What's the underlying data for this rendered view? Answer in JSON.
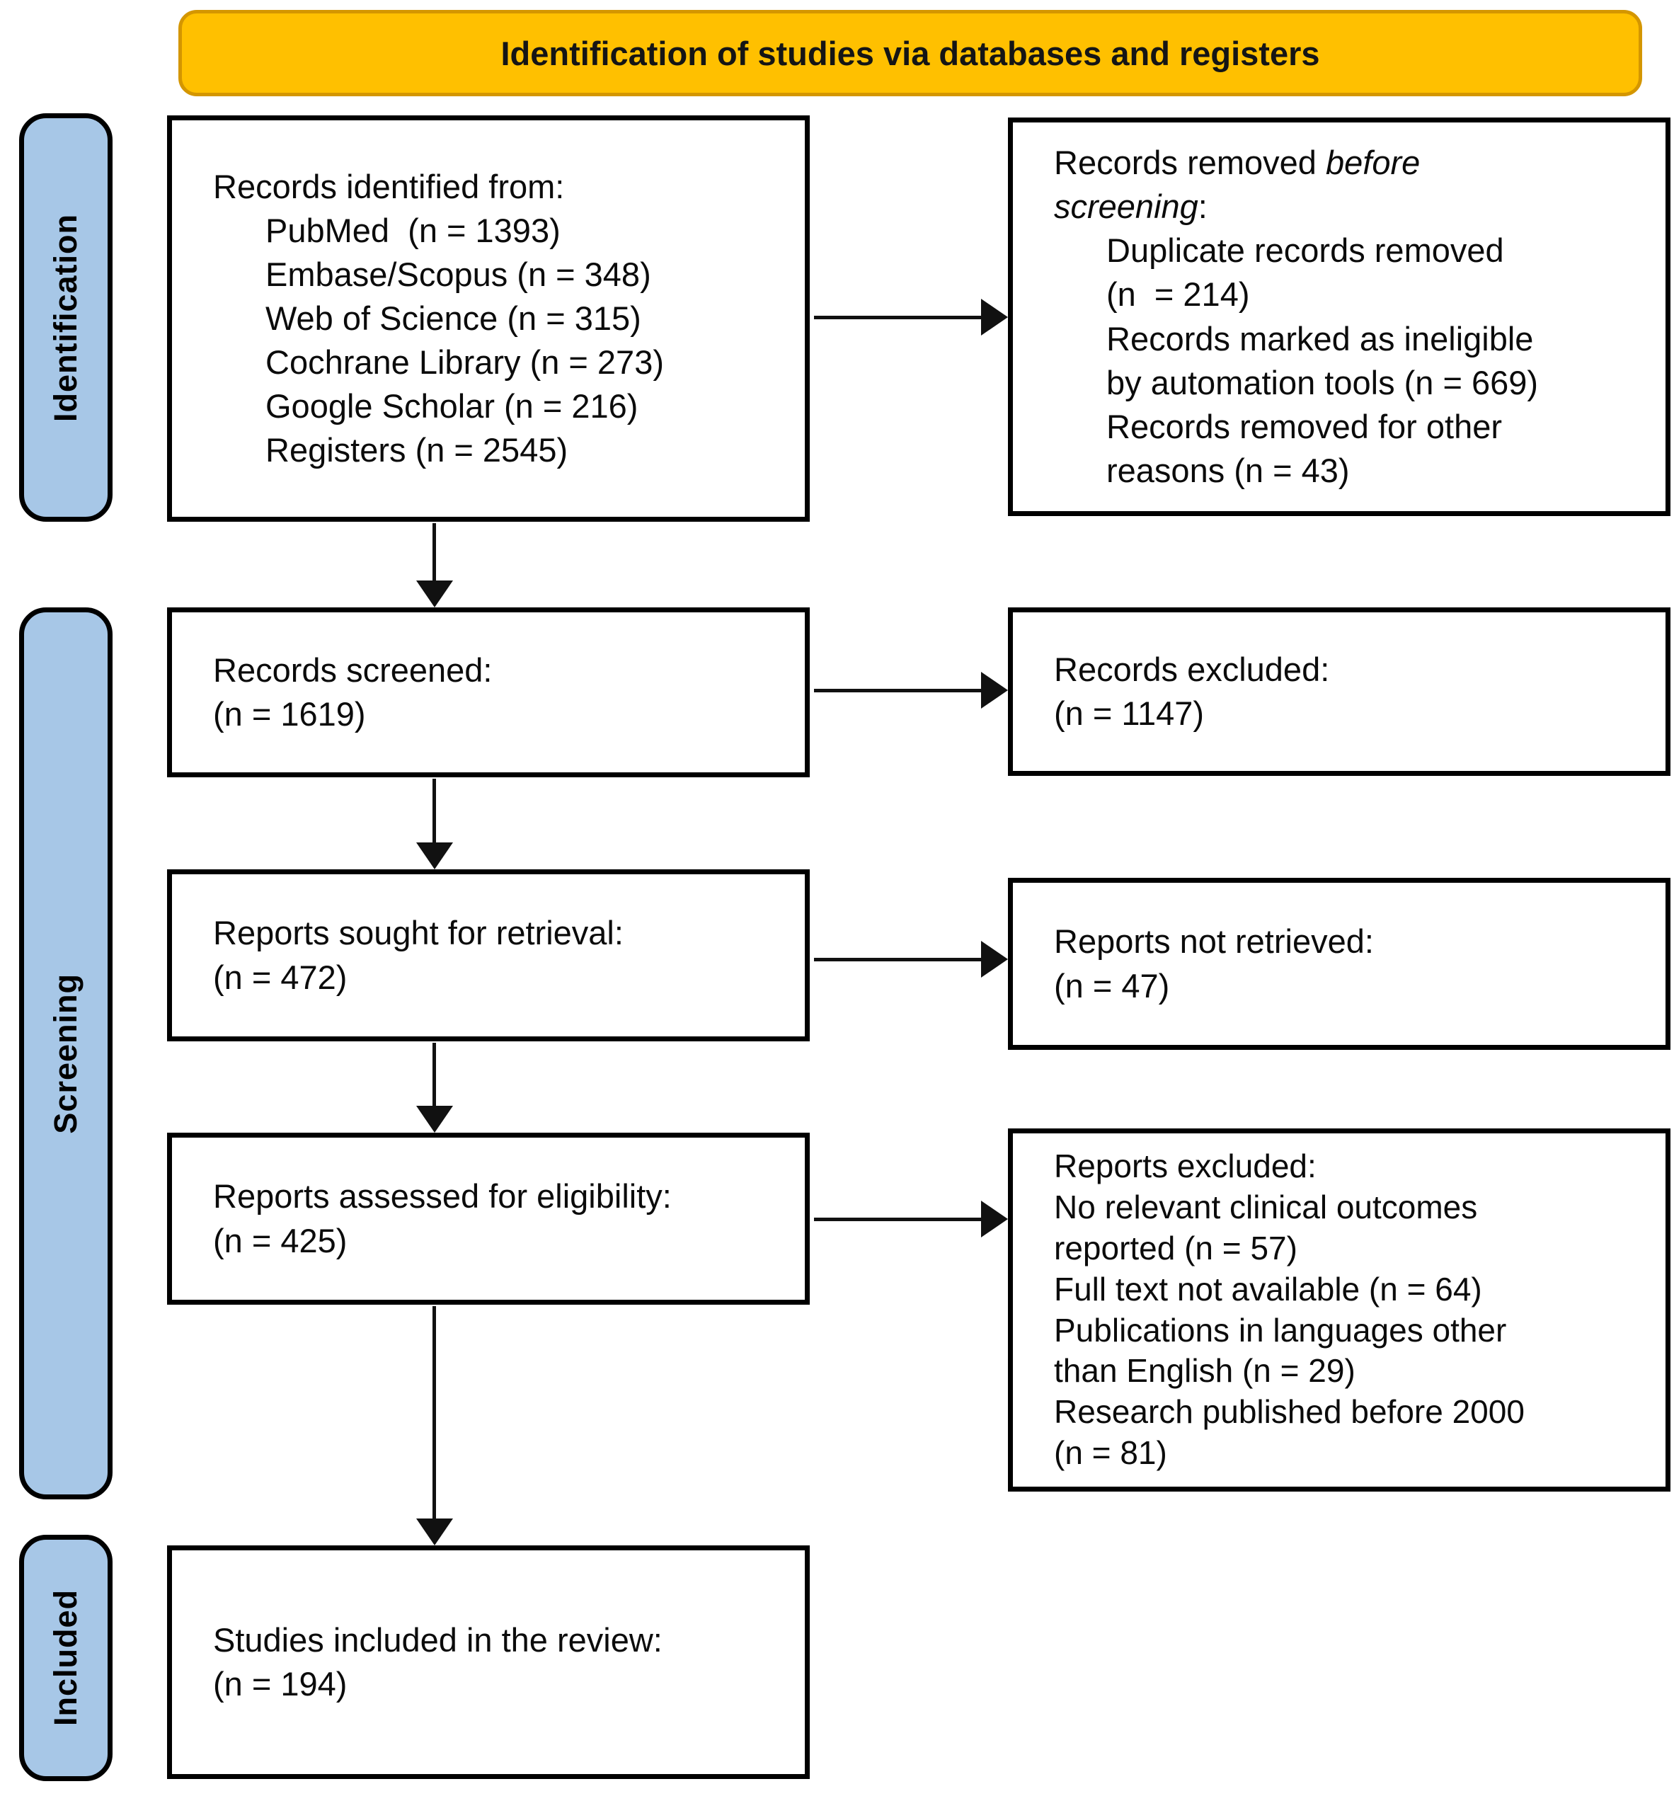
{
  "banner": {
    "label": "Identification of studies via databases and registers",
    "fill": "#FFC000",
    "border": "#D49600"
  },
  "stages": [
    {
      "label": "Identification"
    },
    {
      "label": "Screening"
    },
    {
      "label": "Included"
    }
  ],
  "stage_fill": "#A7C7E7",
  "boxes": {
    "identified": {
      "title": "Records identified from:",
      "items": [
        "PubMed  (n = 1393)",
        "Embase/Scopus (n = 348)",
        "Web of Science (n = 315)",
        "Cochrane Library (n = 273)",
        "Google Scholar (n = 216)",
        "Registers (n = 2545)"
      ]
    },
    "removed": {
      "title_prefix": "Records removed ",
      "title_italic": "before\nscreening",
      "title_suffix": ":",
      "items": [
        "Duplicate records removed\n(n  = 214)",
        "Records marked as ineligible\nby automation tools (n = 669)",
        "Records removed for other\nreasons (n = 43)"
      ]
    },
    "screened": {
      "line1": "Records screened:",
      "line2": "(n = 1619)"
    },
    "rec_excluded": {
      "line1": "Records excluded:",
      "line2": "(n = 1147)"
    },
    "sought": {
      "line1": "Reports sought for retrieval:",
      "line2": "(n = 472)"
    },
    "not_retrieved": {
      "line1": "Reports not retrieved:",
      "line2": "(n = 47)"
    },
    "assessed": {
      "line1": "Reports assessed for eligibility:",
      "line2": "(n = 425)"
    },
    "rep_excluded": {
      "title": "Reports excluded:",
      "items": [
        "No relevant clinical outcomes\nreported (n = 57)",
        "Full text not available (n = 64)",
        "Publications in languages other\nthan English (n = 29)",
        "Research published before 2000\n(n = 81)"
      ]
    },
    "included": {
      "line1": "Studies included in the review:",
      "line2": "(n = 194)"
    }
  }
}
